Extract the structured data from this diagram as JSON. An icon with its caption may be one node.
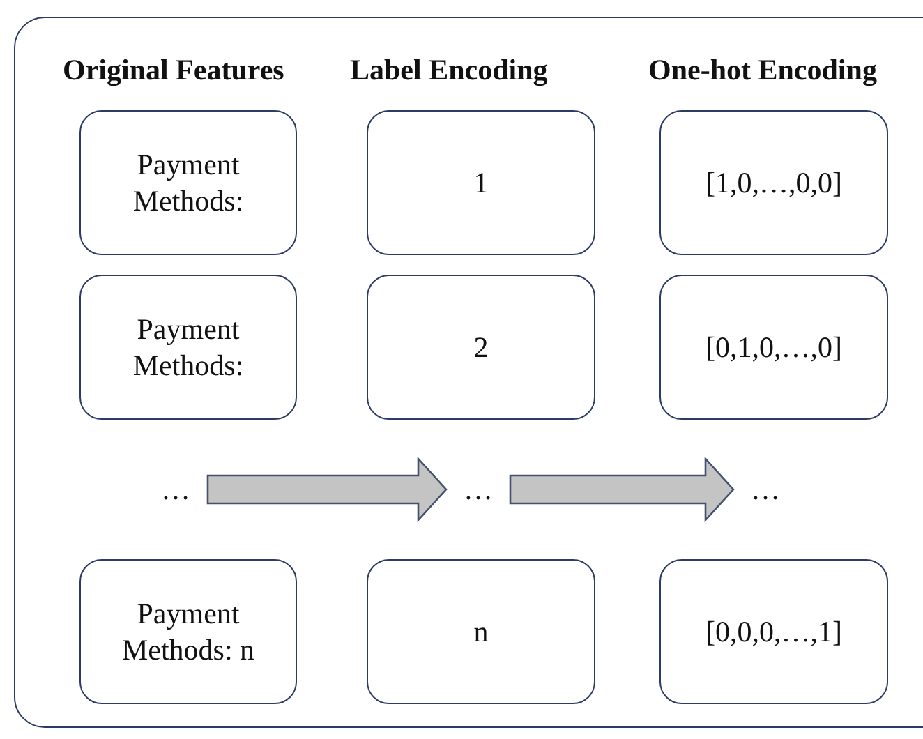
{
  "diagram": {
    "nodes": [
      {
        "text": [],
        "shape": "box"
      },
      {
        "text": [
          "Payment Methods:"
        ],
        "in": 0
      },
      {
        "text": [
          "1"
        ],
        "in": 0
      },
      {
        "text": [
          "[1,0,…,0,0]"
        ],
        "in": 0
      },
      {
        "text": [
          "Payment Methods:"
        ],
        "in": 0
      },
      {
        "text": [
          "2"
        ],
        "in": 0
      },
      {
        "text": [
          "[0,1,0,…,0]"
        ],
        "in": 0
      },
      {
        "text": [
          "…"
        ],
        "in": 0
      },
      {
        "text": [
          "…"
        ],
        "in": 0
      },
      {
        "text": [
          "…"
        ],
        "in": 0
      },
      {
        "text": [
          "Payment Methods: n"
        ],
        "in": 0
      },
      {
        "text": [
          "n"
        ],
        "in": 0
      },
      {
        "text": [
          "[0,0,0,…,1]"
        ],
        "in": 0
      }
    ],
    "edges": [
      {
        "from": 7,
        "to": 8,
        "arrow": "to"
      },
      {
        "from": 8,
        "to": 9,
        "arrow": "to"
      }
    ],
    "labels": [
      "Original Features",
      "Label Encoding",
      "One-hot Encoding"
    ]
  }
}
